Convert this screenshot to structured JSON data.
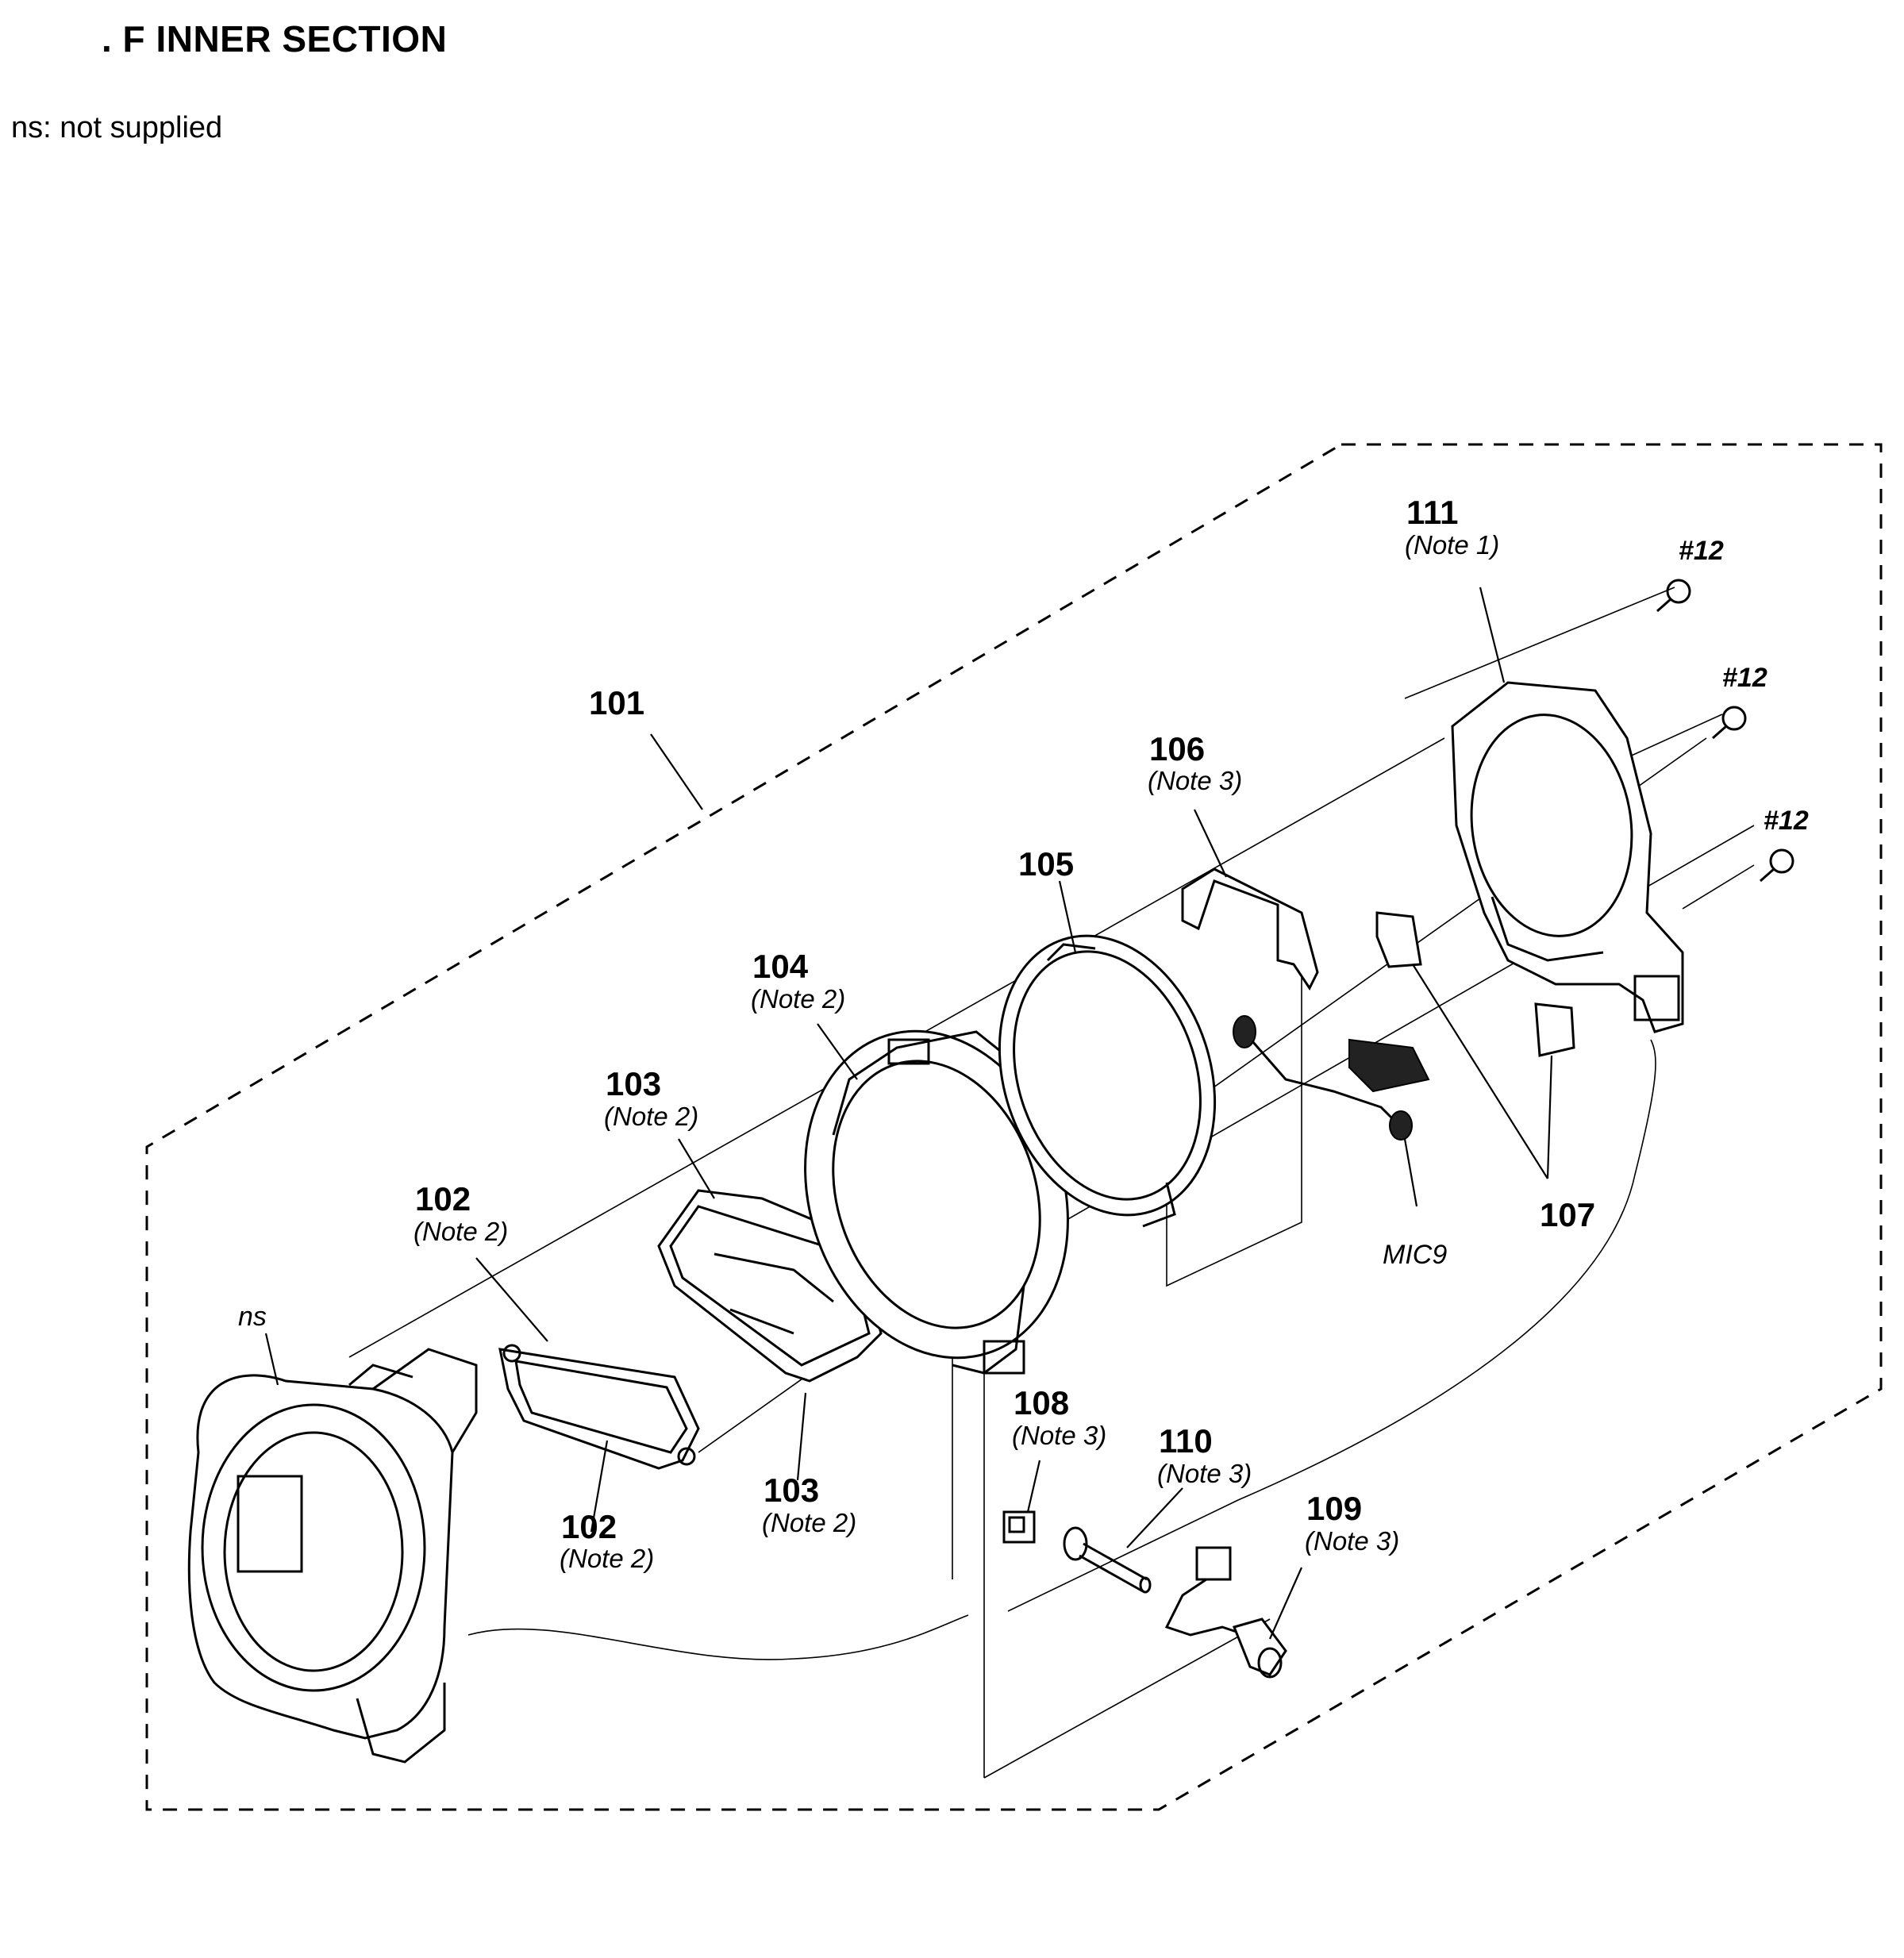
{
  "title": ". F INNER SECTION",
  "legend": "ns: not supplied",
  "labels": {
    "p101": "101",
    "p102a": "102",
    "p102a_note": "(Note 2)",
    "p102b": "102",
    "p102b_note": "(Note 2)",
    "p103a": "103",
    "p103a_note": "(Note 2)",
    "p103b": "103",
    "p103b_note": "(Note 2)",
    "p104": "104",
    "p104_note": "(Note 2)",
    "p105": "105",
    "p106": "106",
    "p106_note": "(Note 3)",
    "p107": "107",
    "p108": "108",
    "p108_note": "(Note 3)",
    "p109": "109",
    "p109_note": "(Note 3)",
    "p110": "110",
    "p110_note": "(Note 3)",
    "p111": "111",
    "p111_note": "(Note 1)",
    "screw_a": "#12",
    "screw_b": "#12",
    "screw_c": "#12",
    "mic9": "MIC9",
    "ns": "ns"
  }
}
